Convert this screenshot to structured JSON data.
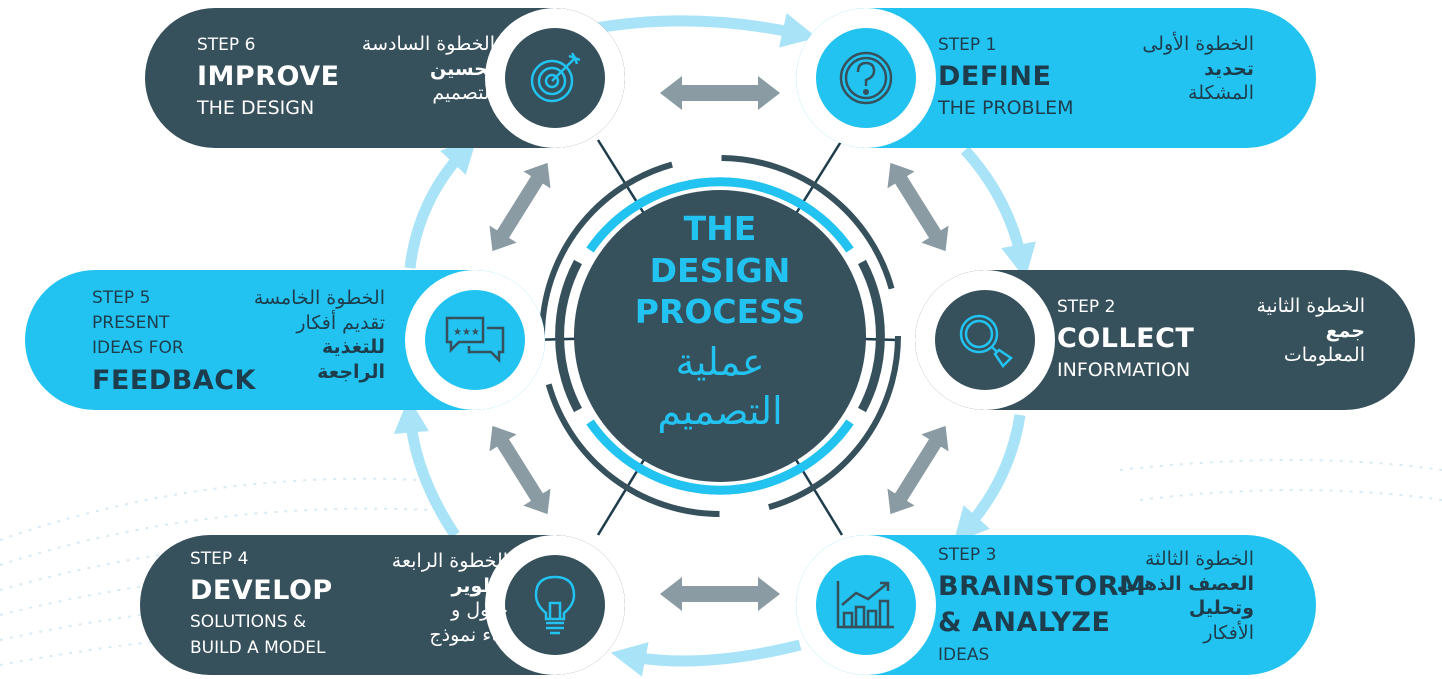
{
  "colors": {
    "dark": "#36505c",
    "light": "#22c3f1",
    "arrow_light": "#a8e3f8",
    "arrow_grey": "#8a9ba3",
    "white": "#ffffff"
  },
  "center": {
    "title_lines": [
      "THE",
      "DESIGN",
      "PROCESS"
    ],
    "arabic_lines": [
      "عملية",
      "التصميم"
    ]
  },
  "steps": [
    {
      "id": "step1",
      "icon": "question-icon",
      "step_label": "STEP 1",
      "title": "DEFINE",
      "subtitle_lines": [
        "THE PROBLEM"
      ],
      "ar_step": "الخطوة الأولى",
      "ar_title": "تحديد",
      "ar_lines": [
        "المشكلة"
      ]
    },
    {
      "id": "step2",
      "icon": "magnifier-icon",
      "step_label": "STEP 2",
      "title": "COLLECT",
      "subtitle_lines": [
        "INFORMATION"
      ],
      "ar_step": "الخطوة الثانية",
      "ar_title": "جمع",
      "ar_lines": [
        "المعلومات"
      ]
    },
    {
      "id": "step3",
      "icon": "chart-growth-icon",
      "step_label": "STEP 3",
      "title_lines": [
        "BRAINSTORM",
        "& ANALYZE"
      ],
      "subtitle_lines": [
        "IDEAS"
      ],
      "ar_step": "الخطوة الثالثة",
      "ar_title_lines": [
        "العصف الذهني",
        "وتحليل"
      ],
      "ar_lines": [
        "الأفكار"
      ]
    },
    {
      "id": "step4",
      "icon": "lightbulb-icon",
      "step_label": "STEP 4",
      "title": "DEVELOP",
      "subtitle_lines": [
        "SOLUTIONS &",
        "BUILD A MODEL"
      ],
      "ar_step": "الخطوة الرابعة",
      "ar_title": "تطوير",
      "ar_lines": [
        "حلول و",
        "بناء نموذج"
      ]
    },
    {
      "id": "step5",
      "icon": "chat-bubbles-icon",
      "step_label": "STEP 5",
      "title": "FEEDBACK",
      "subtitle_lines": [
        "PRESENT",
        "IDEAS FOR"
      ],
      "ar_step": "الخطوة الخامسة",
      "ar_lines": [
        "تقديم أفكار"
      ],
      "ar_title_lines": [
        "للتغذية",
        "الراجعة"
      ]
    },
    {
      "id": "step6",
      "icon": "target-icon",
      "step_label": "STEP 6",
      "title": "IMPROVE",
      "subtitle_lines": [
        "THE DESIGN"
      ],
      "ar_step": "الخطوة السادسة",
      "ar_title": "تحسين",
      "ar_lines": [
        "التصميم"
      ]
    }
  ]
}
